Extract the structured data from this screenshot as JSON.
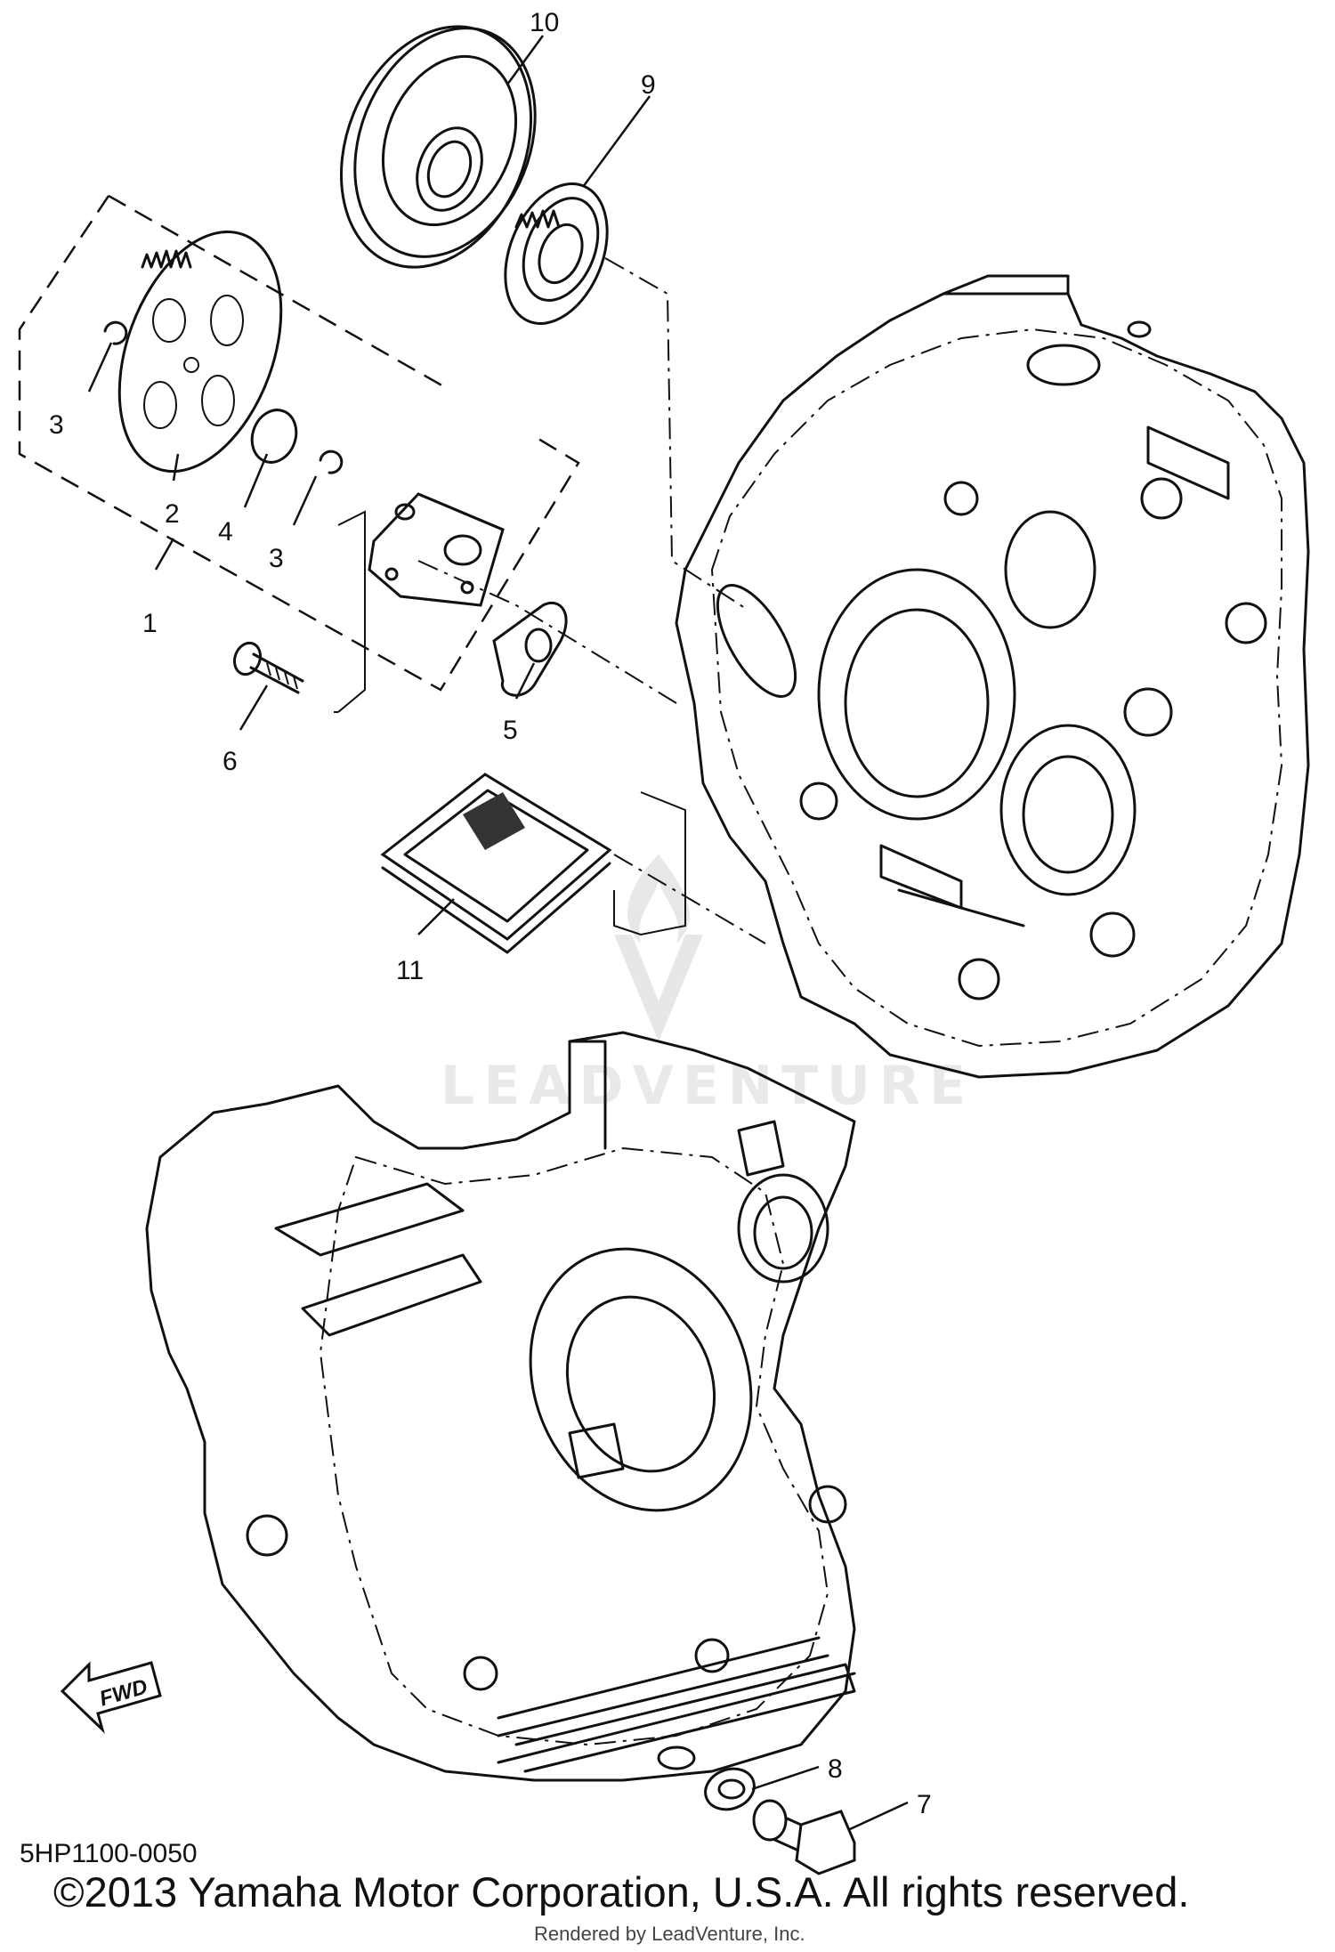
{
  "diagram": {
    "callouts": [
      "1",
      "2",
      "3",
      "3",
      "4",
      "5",
      "6",
      "7",
      "8",
      "9",
      "10",
      "11"
    ],
    "fwd_label": "FWD",
    "watermark": "LEADVENTURE"
  },
  "footer": {
    "diagram_code": "5HP1100-0050",
    "copyright": "©2013 Yamaha Motor Corporation, U.S.A. All rights reserved.",
    "rendered_by": "Rendered by LeadVenture, Inc."
  }
}
